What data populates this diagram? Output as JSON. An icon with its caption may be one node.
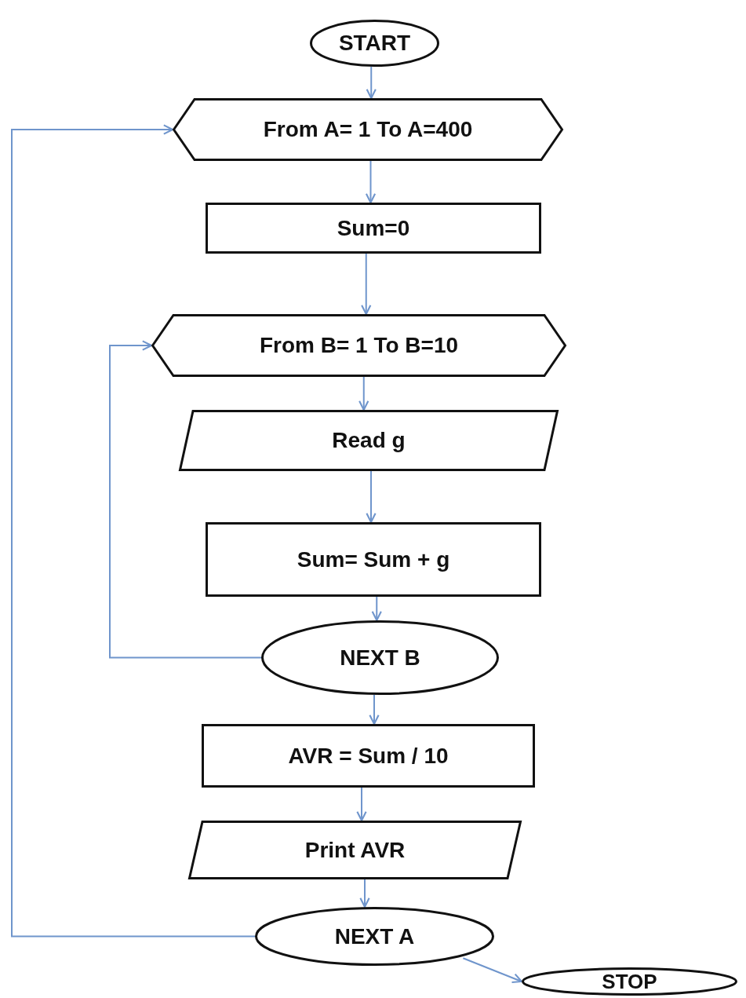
{
  "diagram": {
    "nodes": [
      {
        "text": [
          "START"
        ]
      },
      {
        "text": [
          "From A= 1 To A=400"
        ]
      },
      {
        "text": [
          "Sum=0"
        ]
      },
      {
        "text": [
          "From B= 1 To B=10"
        ]
      },
      {
        "text": [
          "Read g"
        ]
      },
      {
        "text": [
          "Sum= Sum + g"
        ]
      },
      {
        "text": [
          "NEXT B"
        ]
      },
      {
        "text": [
          "AVR = Sum / 10"
        ]
      },
      {
        "text": [
          "Print AVR"
        ]
      },
      {
        "text": [
          "NEXT A"
        ]
      },
      {
        "text": [
          "STOP"
        ]
      }
    ],
    "edges": [
      {
        "from": 0,
        "to": 1,
        "arrow": "to"
      },
      {
        "from": 1,
        "to": 2,
        "arrow": "to"
      },
      {
        "from": 2,
        "to": 3,
        "arrow": "to"
      },
      {
        "from": 3,
        "to": 4,
        "arrow": "to"
      },
      {
        "from": 4,
        "to": 5,
        "arrow": "to"
      },
      {
        "from": 5,
        "to": 6,
        "arrow": "to"
      },
      {
        "from": 6,
        "to": 3,
        "arrow": "to"
      },
      {
        "from": 6,
        "to": 7,
        "arrow": "to"
      },
      {
        "from": 7,
        "to": 8,
        "arrow": "to"
      },
      {
        "from": 8,
        "to": 9,
        "arrow": "to"
      },
      {
        "from": 9,
        "to": 1,
        "arrow": "to"
      },
      {
        "from": 9,
        "to": 10,
        "arrow": "to"
      }
    ]
  }
}
